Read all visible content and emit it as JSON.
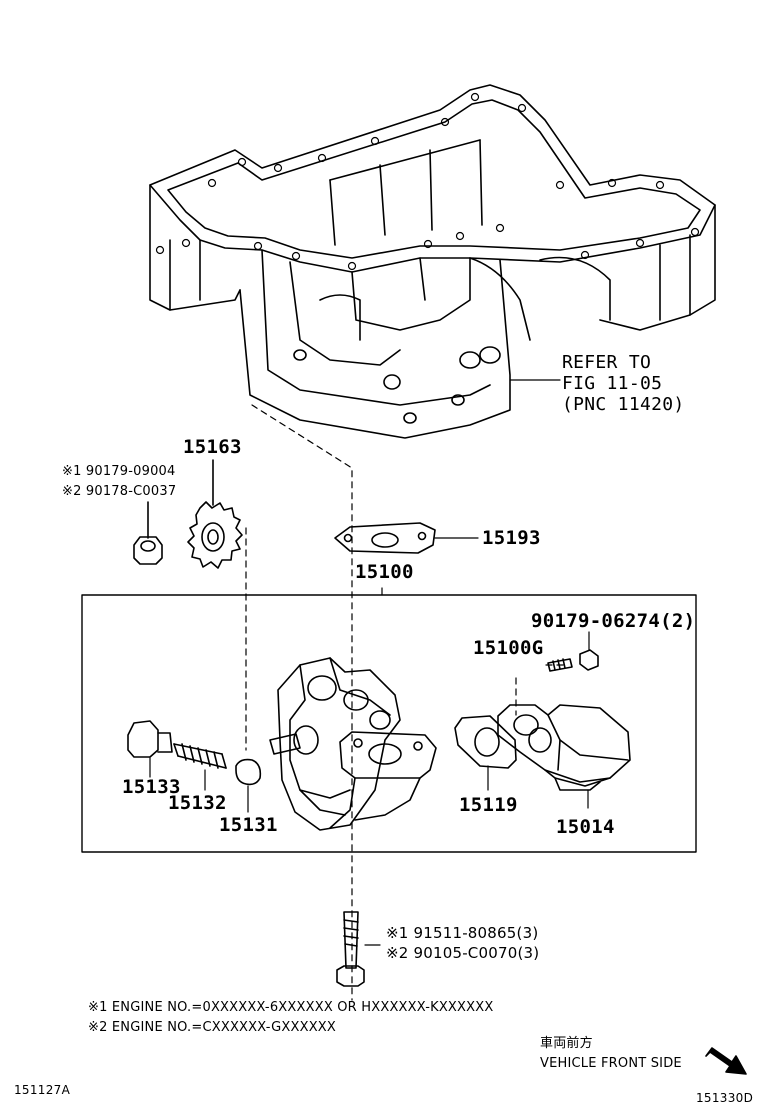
{
  "refer": {
    "line1": "REFER TO",
    "line2": "FIG 11-05",
    "line3": "(PNC 11420)"
  },
  "parts": {
    "p15163": "15163",
    "nut_line1": "※1 90179-09004",
    "nut_line2": "※2 90178-C0037",
    "p15193": "15193",
    "p15100": "15100",
    "p90179_06274": "90179-06274(2)",
    "p15100G": "15100G",
    "p15133": "15133",
    "p15132": "15132",
    "p15131": "15131",
    "p15119": "15119",
    "p15014": "15014",
    "bolt_line1": "※1 91511-80865(3)",
    "bolt_line2": "※2 90105-C0070(3)"
  },
  "notes": {
    "note1": "※1 ENGINE NO.=0XXXXXX-6XXXXXX OR HXXXXXX-KXXXXXX",
    "note2": "※2 ENGINE NO.=CXXXXXX-GXXXXXX"
  },
  "direction": {
    "jp": "車両前方",
    "en": "VEHICLE FRONT SIDE"
  },
  "codes": {
    "left": "151127A",
    "right": "151330D"
  }
}
